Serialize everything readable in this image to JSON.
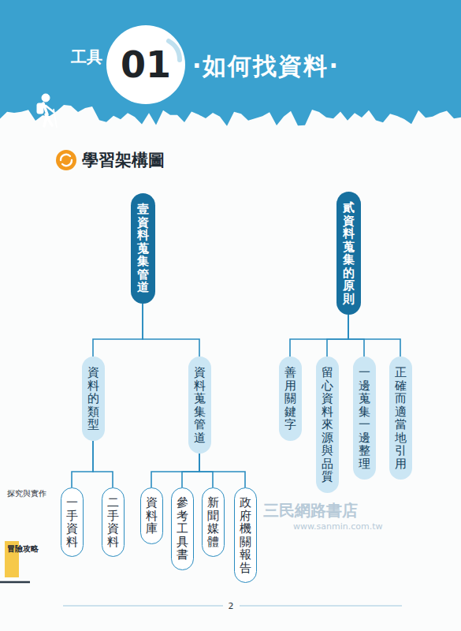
{
  "diagram": {
    "title": "·如何找資料·",
    "nodes": [
      {
        "text": [
          "壹 資料蒐集管道"
        ]
      },
      {
        "text": [
          "資料的類型"
        ]
      },
      {
        "text": [
          "資料蒐集管道"
        ]
      },
      {
        "text": [
          "一手資料"
        ]
      },
      {
        "text": [
          "二手資料"
        ]
      },
      {
        "text": [
          "資料庫"
        ]
      },
      {
        "text": [
          "參考工具書"
        ]
      },
      {
        "text": [
          "新聞媒體"
        ]
      },
      {
        "text": [
          "政府機關報告"
        ]
      },
      {
        "text": [
          "貳 資料蒐集的原則"
        ]
      },
      {
        "text": [
          "善用關鍵字"
        ]
      },
      {
        "text": [
          "留心資料來源與品質"
        ]
      },
      {
        "text": [
          "一邊蒐集一邊整理"
        ]
      },
      {
        "text": [
          "正確而適當地引用"
        ]
      }
    ],
    "edges": [
      {
        "from": 0,
        "to": 1,
        "arrow": "none"
      },
      {
        "from": 0,
        "to": 2,
        "arrow": "none"
      },
      {
        "from": 1,
        "to": 3,
        "arrow": "none"
      },
      {
        "from": 1,
        "to": 4,
        "arrow": "none"
      },
      {
        "from": 2,
        "to": 5,
        "arrow": "none"
      },
      {
        "from": 2,
        "to": 6,
        "arrow": "none"
      },
      {
        "from": 2,
        "to": 7,
        "arrow": "none"
      },
      {
        "from": 2,
        "to": 8,
        "arrow": "none"
      },
      {
        "from": 9,
        "to": 10,
        "arrow": "none"
      },
      {
        "from": 9,
        "to": 11,
        "arrow": "none"
      },
      {
        "from": 9,
        "to": 12,
        "arrow": "none"
      },
      {
        "from": 9,
        "to": 13,
        "arrow": "none"
      }
    ],
    "labels": [
      "工具",
      "01",
      "學習架構圖",
      "探究與實作",
      "冒險攻略",
      "2",
      "三民網路書店",
      "www.sanmin.com.tw"
    ]
  }
}
